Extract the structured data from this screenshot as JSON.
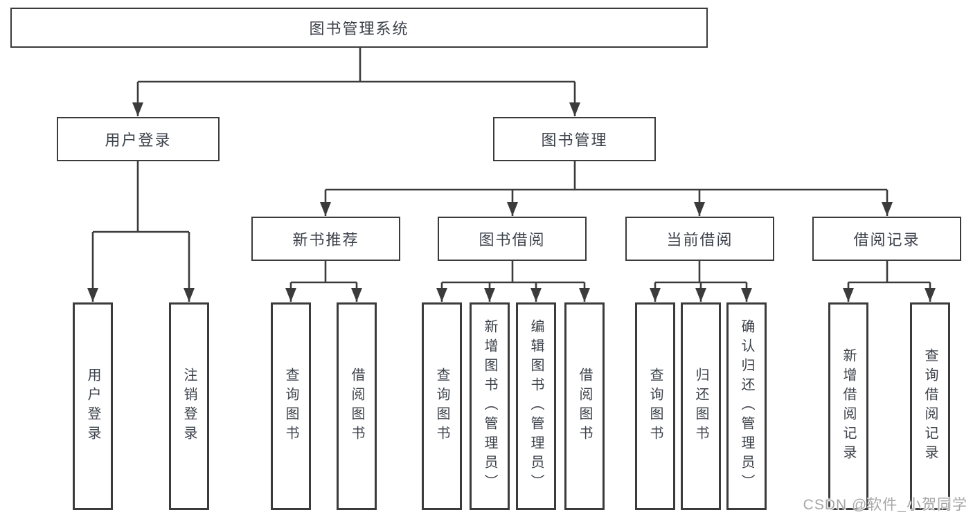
{
  "tree": {
    "root": {
      "label": "图书管理系统"
    },
    "branches": [
      {
        "label": "用户登录",
        "children": [
          {
            "label": "用户登录"
          },
          {
            "label": "注销登录"
          }
        ]
      },
      {
        "label": "图书管理",
        "children": [
          {
            "label": "新书推荐",
            "children": [
              {
                "label": "查询图书"
              },
              {
                "label": "借阅图书"
              }
            ]
          },
          {
            "label": "图书借阅",
            "children": [
              {
                "label": "查询图书"
              },
              {
                "label": "新增图书（管理员）"
              },
              {
                "label": "编辑图书（管理员）"
              },
              {
                "label": "借阅图书"
              }
            ]
          },
          {
            "label": "当前借阅",
            "children": [
              {
                "label": "查询图书"
              },
              {
                "label": "归还图书"
              },
              {
                "label": "确认归还（管理员）"
              }
            ]
          },
          {
            "label": "借阅记录",
            "children": [
              {
                "label": "新增借阅记录"
              },
              {
                "label": "查询借阅记录"
              }
            ]
          }
        ]
      }
    ]
  },
  "watermark": {
    "text": "CSDN @软件_小贺同学"
  },
  "colors": {
    "line": "#3b3b3b",
    "box_border": "#3b3b3b",
    "text": "#3d424b",
    "watermark": "#a6a6a6",
    "background": "#ffffff"
  }
}
